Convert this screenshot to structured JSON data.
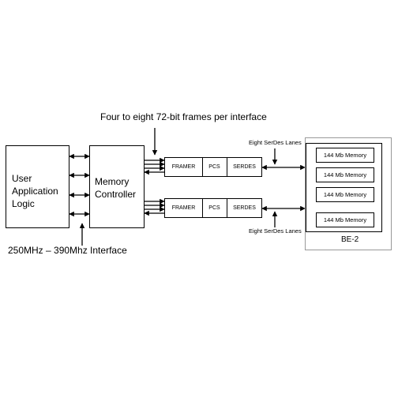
{
  "annotations": {
    "frames": "Four  to eight  72-bit frames per interface",
    "interface": "250MHz – 390Mhz  Interface",
    "serdes_top": "Eight SerDes Lanes",
    "serdes_bottom": "Eight SerDes Lanes"
  },
  "blocks": {
    "user_logic": [
      "User",
      "Application",
      "Logic"
    ],
    "memory_controller": [
      "Memory",
      "Controller"
    ]
  },
  "pipelines": [
    {
      "cells": [
        "FRAMER",
        "PCS",
        "SERDES"
      ]
    },
    {
      "cells": [
        "FRAMER",
        "PCS",
        "SERDES"
      ]
    }
  ],
  "be2": {
    "label": "BE-2",
    "memories": [
      "144 Mb Memory",
      "144 Mb Memory",
      "144 Mb Memory",
      "144 Mb Memory"
    ]
  }
}
